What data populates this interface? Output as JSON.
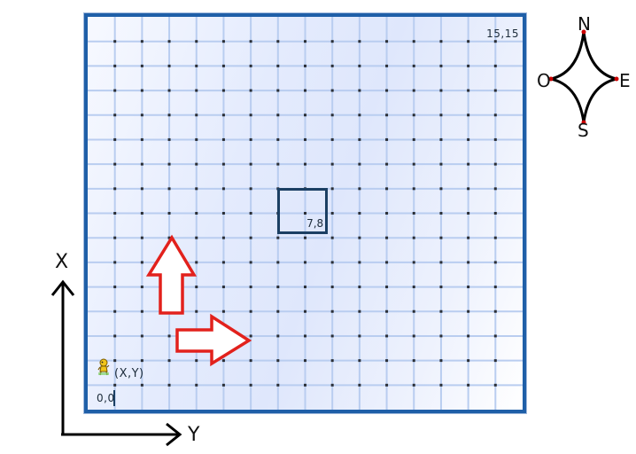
{
  "board": {
    "columns": 16,
    "rows": 16,
    "top_right_label": "15,15",
    "origin_label": "0,0",
    "player_label": "(X,Y)",
    "target_label": "7,8",
    "target_cell": {
      "x": 7,
      "y": 8
    }
  },
  "axes": {
    "x_label": "X",
    "y_label": "Y"
  },
  "compass": {
    "north": "N",
    "south": "S",
    "west": "O",
    "east": "E"
  },
  "icons": {
    "player": "character-icon",
    "up_arrow": "arrow-up-icon",
    "right_arrow": "arrow-right-icon",
    "compass": "compass-rose-icon"
  },
  "colors": {
    "board_border": "#1f5fa8",
    "grid_line": "#b9cdf0",
    "grid_dot": "#2b2f36",
    "target_border": "#1b3f63",
    "arrow_red": "#e2211c"
  }
}
